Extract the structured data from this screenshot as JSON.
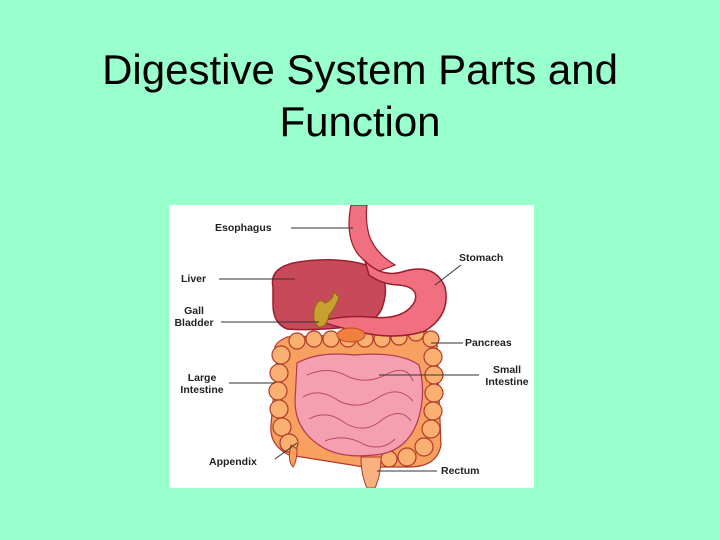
{
  "slide": {
    "title_line1": "Digestive System Parts and",
    "title_line2": "Function",
    "background_color": "#99ffcc"
  },
  "diagram": {
    "labels": {
      "esophagus": "Esophagus",
      "liver": "Liver",
      "gall_bladder_1": "Gall",
      "gall_bladder_2": "Bladder",
      "large_intestine_1": "Large",
      "large_intestine_2": "Intestine",
      "appendix": "Appendix",
      "stomach": "Stomach",
      "pancreas": "Pancreas",
      "small_intestine_1": "Small",
      "small_intestine_2": "Intestine",
      "rectum": "Rectum"
    },
    "colors": {
      "liver": "#c84a5a",
      "stomach": "#f07080",
      "large_intestine": "#f7a060",
      "small_intestine": "#f4a0b0",
      "gall_bladder": "#c8a030",
      "pancreas": "#f08040",
      "outline": "#9a1e2e"
    }
  }
}
